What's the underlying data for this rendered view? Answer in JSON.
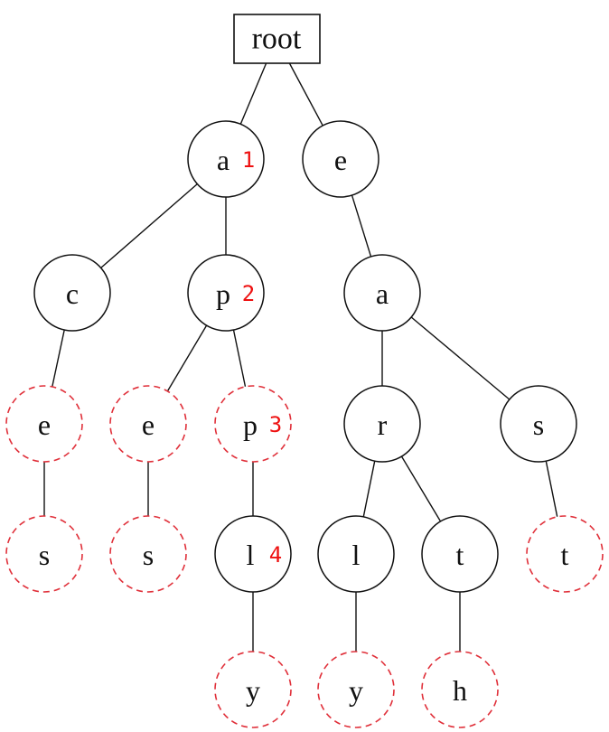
{
  "root": {
    "label": "root"
  },
  "nodes": [
    {
      "id": "a1",
      "label": "a",
      "badge": "1",
      "style": "solid"
    },
    {
      "id": "e1",
      "label": "e",
      "style": "solid"
    },
    {
      "id": "c1",
      "label": "c",
      "style": "solid"
    },
    {
      "id": "p1",
      "label": "p",
      "badge": "2",
      "style": "solid"
    },
    {
      "id": "a2",
      "label": "a",
      "style": "solid"
    },
    {
      "id": "e2",
      "label": "e",
      "style": "dashed"
    },
    {
      "id": "e3",
      "label": "e",
      "style": "dashed"
    },
    {
      "id": "p2",
      "label": "p",
      "badge": "3",
      "style": "dashed"
    },
    {
      "id": "r1",
      "label": "r",
      "style": "solid"
    },
    {
      "id": "s1",
      "label": "s",
      "style": "solid"
    },
    {
      "id": "s2",
      "label": "s",
      "style": "dashed"
    },
    {
      "id": "s3",
      "label": "s",
      "style": "dashed"
    },
    {
      "id": "l1",
      "label": "l",
      "badge": "4",
      "style": "solid"
    },
    {
      "id": "l2",
      "label": "l",
      "style": "solid"
    },
    {
      "id": "t1",
      "label": "t",
      "style": "solid"
    },
    {
      "id": "t2",
      "label": "t",
      "style": "dashed"
    },
    {
      "id": "y1",
      "label": "y",
      "style": "dashed"
    },
    {
      "id": "y2",
      "label": "y",
      "style": "dashed"
    },
    {
      "id": "h1",
      "label": "h",
      "style": "dashed"
    }
  ],
  "edges": [
    [
      "root",
      "a1"
    ],
    [
      "root",
      "e1"
    ],
    [
      "a1",
      "c1"
    ],
    [
      "a1",
      "p1"
    ],
    [
      "e1",
      "a2"
    ],
    [
      "c1",
      "e2"
    ],
    [
      "p1",
      "e3"
    ],
    [
      "p1",
      "p2"
    ],
    [
      "a2",
      "r1"
    ],
    [
      "a2",
      "s1"
    ],
    [
      "e2",
      "s2"
    ],
    [
      "e3",
      "s3"
    ],
    [
      "p2",
      "l1"
    ],
    [
      "r1",
      "l2"
    ],
    [
      "r1",
      "t1"
    ],
    [
      "s1",
      "t2"
    ],
    [
      "l1",
      "y1"
    ],
    [
      "l2",
      "y2"
    ],
    [
      "t1",
      "h1"
    ]
  ],
  "colors": {
    "dashed_stroke": "#e0303a",
    "badge_text": "#ee1111",
    "solid_stroke": "#111111"
  }
}
